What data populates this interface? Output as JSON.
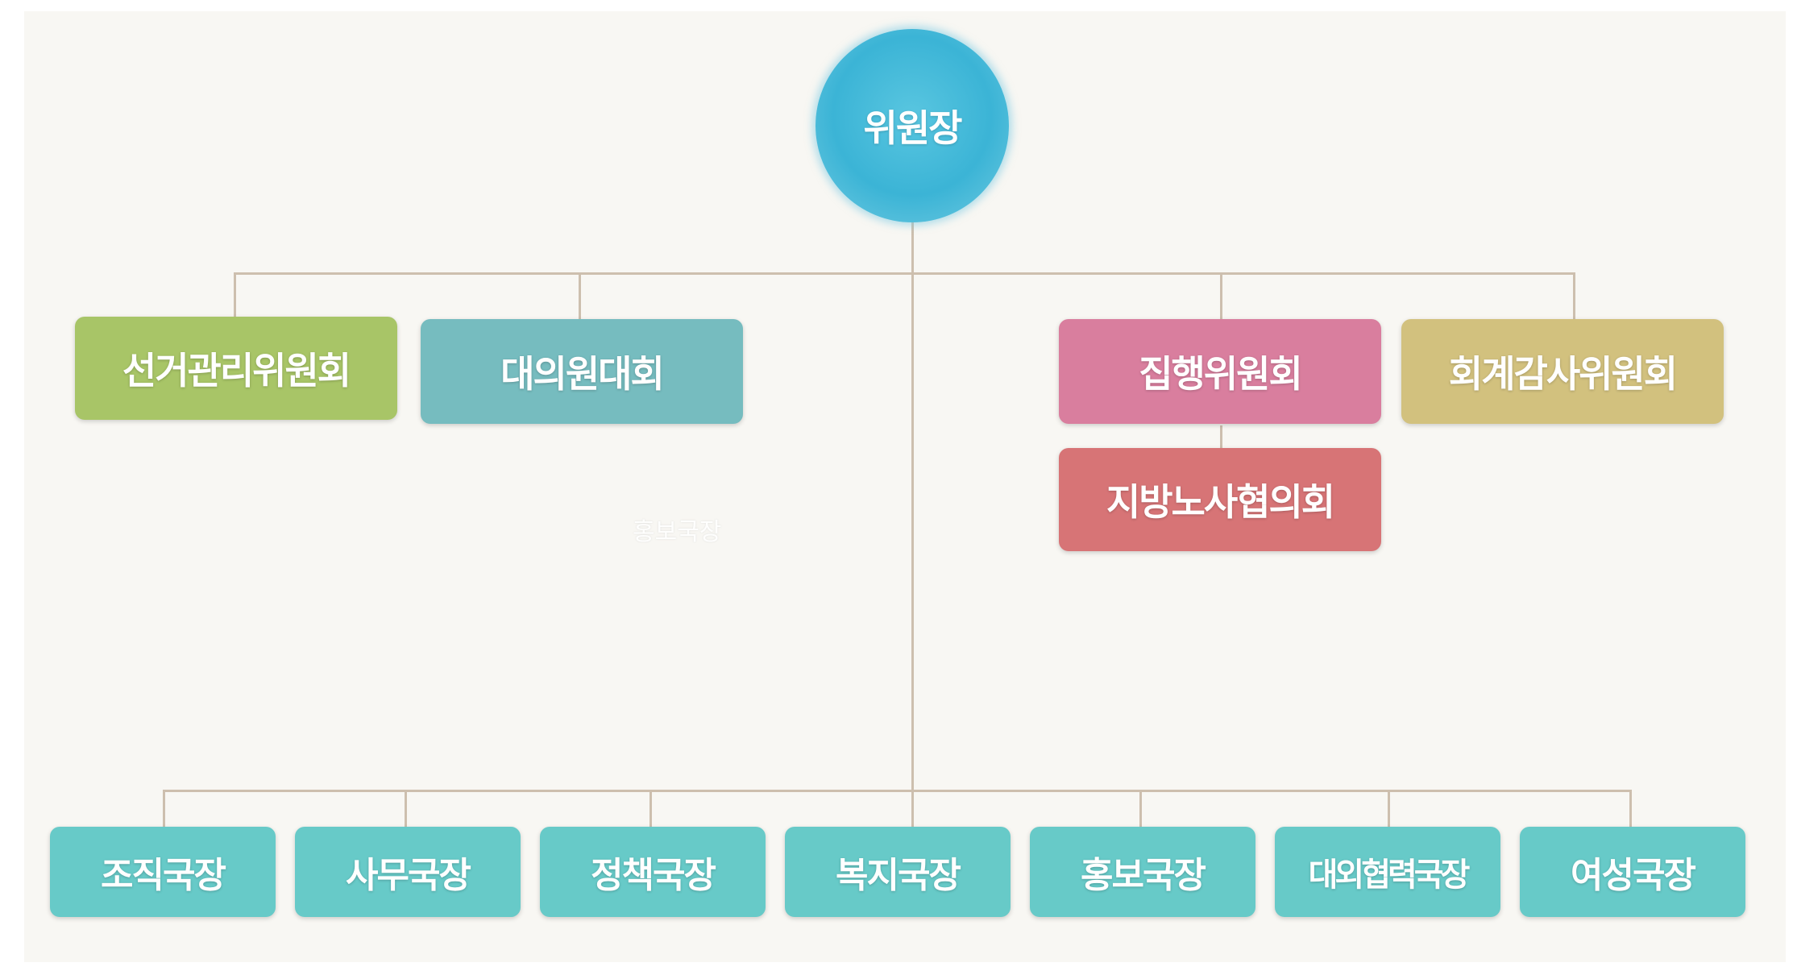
{
  "chart": {
    "root": "위원장",
    "top_row": [
      {
        "label": "선거관리위원회",
        "color": "#a8c567"
      },
      {
        "label": "대의원대회",
        "color": "#76bcbf"
      },
      {
        "label": "집행위원회",
        "color": "#d97e9e"
      },
      {
        "label": "회계감사위원회",
        "color": "#d2c17e"
      }
    ],
    "sub_node": {
      "label": "지방노사협의회",
      "color": "#d77476"
    },
    "faint_label": "홍보국장",
    "bottom_row": [
      "조직국장",
      "사무국장",
      "정책국장",
      "복지국장",
      "홍보국장",
      "대외협력국장",
      "여성국장"
    ],
    "bottom_color": "#67cac8",
    "line_color": "#cdbfae"
  }
}
